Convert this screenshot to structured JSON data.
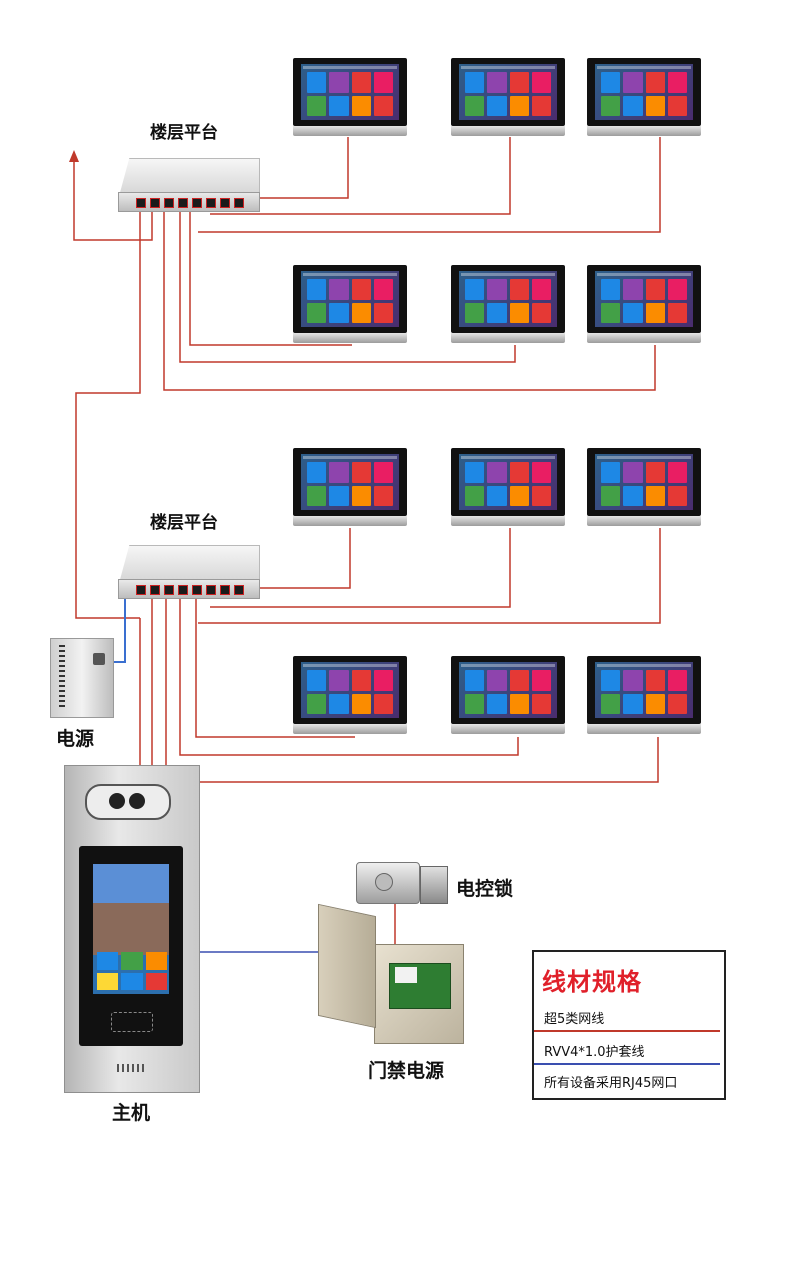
{
  "labels": {
    "floor_platform_top": "楼层平台",
    "floor_platform_bottom": "楼层平台",
    "power_supply": "电源",
    "host": "主机",
    "electric_lock": "电控锁",
    "access_power": "门禁电源"
  },
  "spec": {
    "title": "线材规格",
    "lines": [
      "超5类网线",
      "RVV4*1.0护套线",
      "所有设备采用RJ45网口"
    ]
  },
  "colors": {
    "cable": "#c0392b",
    "rvv_cable": "#3a4fb0",
    "spec_title": "#e0202a"
  }
}
